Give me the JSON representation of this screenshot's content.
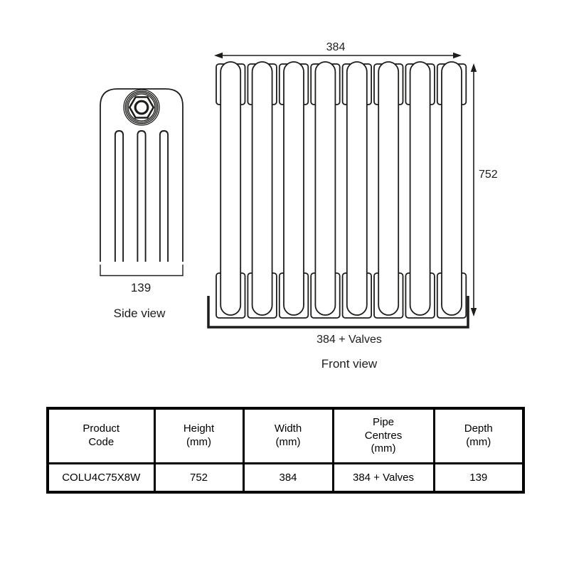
{
  "colors": {
    "background": "#ffffff",
    "line": "#1d1d1b",
    "table_border": "#000000"
  },
  "side_view": {
    "label": "Side view",
    "depth_dimension": "139"
  },
  "front_view": {
    "label": "Front view",
    "width_dimension": "384",
    "height_dimension": "752",
    "pipe_centres_dimension": "384 + Valves",
    "column_count": 8
  },
  "table": {
    "headers": [
      "Product\nCode",
      "Height\n(mm)",
      "Width\n(mm)",
      "Pipe\nCentres\n(mm)",
      "Depth\n(mm)"
    ],
    "rows": [
      [
        "COLU4C75X8W",
        "752",
        "384",
        "384 + Valves",
        "139"
      ]
    ]
  }
}
